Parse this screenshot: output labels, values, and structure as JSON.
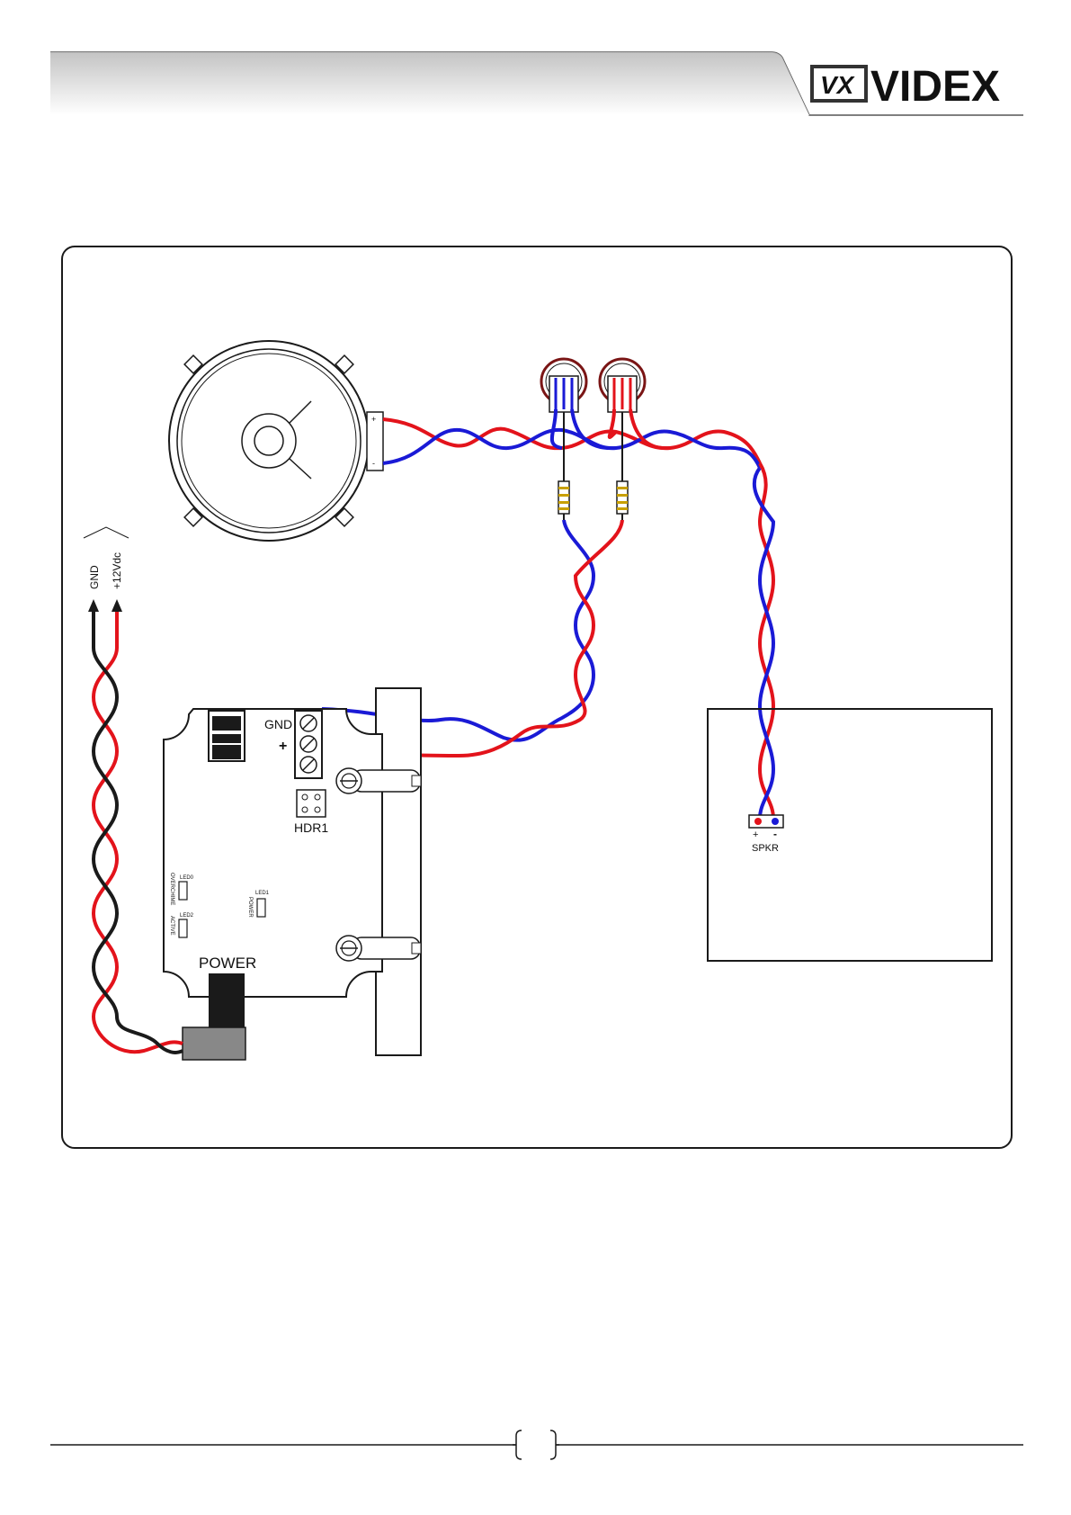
{
  "brand": {
    "logo_text": "VIDEX",
    "logo_mark": "VX"
  },
  "labels": {
    "gnd_pin": "GND",
    "plus_pin": "+",
    "hdr": "HDR1",
    "power": "POWER",
    "led0": "LED0",
    "led0_name": "OVERCHIME",
    "led2": "LED2",
    "led2_name": "ACTIVE",
    "led1": "LED1",
    "led1_name": "POWER",
    "supply_gnd": "GND",
    "supply_12v": "+12Vdc",
    "spkr": "SPKR",
    "spkr_plus": "+",
    "spkr_minus": "-",
    "speaker_plus": "+",
    "speaker_minus": "-"
  },
  "page_number": "",
  "colors": {
    "wire_red": "#e3131b",
    "wire_blue": "#1a1ad6",
    "wire_black": "#1a1a1a",
    "outline": "#1a1a1a",
    "header_grey": "#d9d9d9"
  }
}
